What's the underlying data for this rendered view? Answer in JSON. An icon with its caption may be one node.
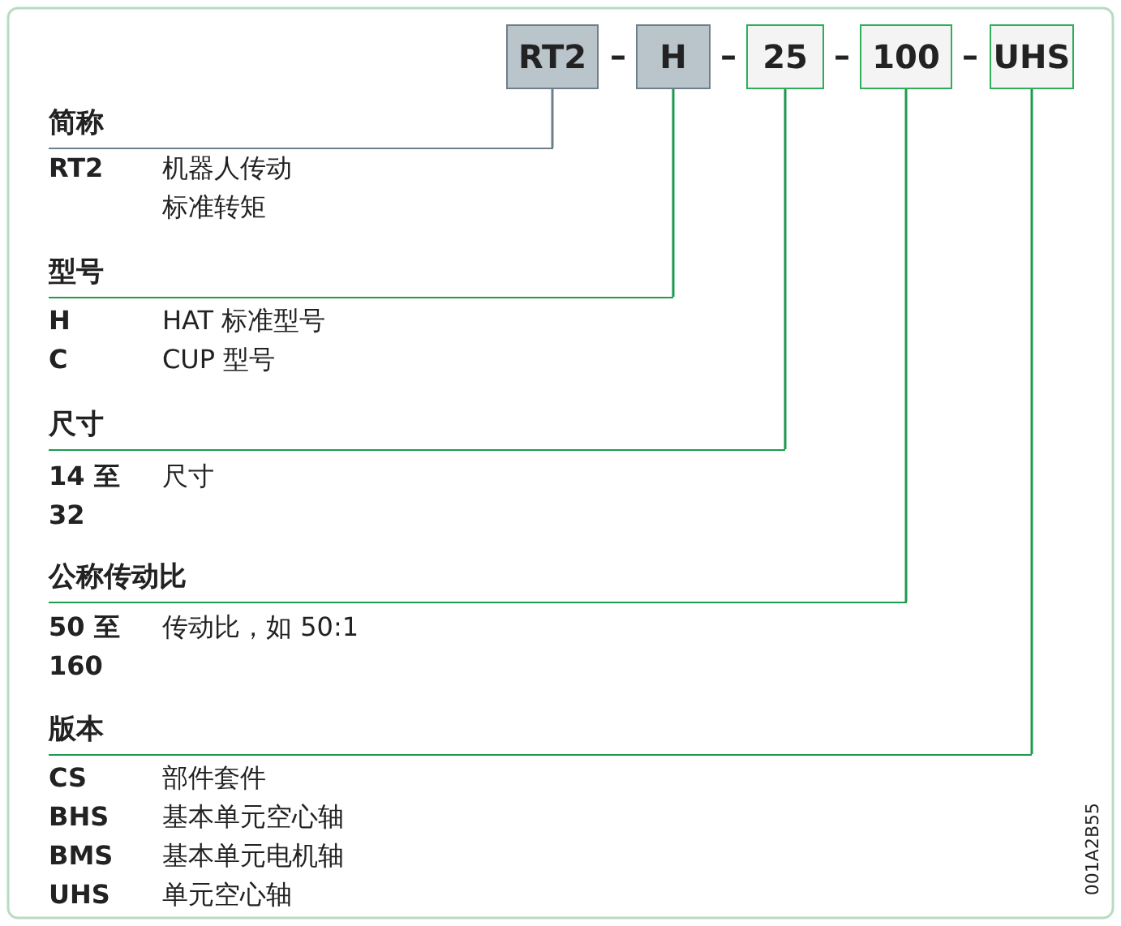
{
  "diagram": {
    "nodes": [
      {
        "text": [
          "RT2"
        ]
      },
      {
        "text": [
          "H"
        ]
      },
      {
        "text": [
          "25"
        ]
      },
      {
        "text": [
          "100"
        ]
      },
      {
        "text": [
          "UHS"
        ]
      },
      {
        "text": [
          "简称"
        ]
      },
      {
        "text": [
          "型号"
        ]
      },
      {
        "text": [
          "尺寸"
        ]
      },
      {
        "text": [
          "公称传动比"
        ]
      },
      {
        "text": [
          "版本"
        ]
      }
    ],
    "edges": [
      {
        "from": 0,
        "to": 5,
        "arrow": "none",
        "color": "#6e7f8c"
      },
      {
        "from": 1,
        "to": 6,
        "arrow": "none"
      },
      {
        "from": 2,
        "to": 7,
        "arrow": "none"
      },
      {
        "from": 3,
        "to": 8,
        "arrow": "none"
      },
      {
        "from": 4,
        "to": 9,
        "arrow": "none"
      }
    ],
    "labels": [
      "–",
      "–",
      "–",
      "–",
      "RT2",
      "机器人传动标准转矩",
      "H",
      "HAT 标准型号",
      "C",
      "CUP 型号",
      "14 至 32",
      "尺寸",
      "50 至 160",
      "传动比，如 50:1",
      "CS",
      "部件套件",
      "BHS",
      "基本单元空心轴",
      "BMS",
      "基本单元电机轴",
      "UHS",
      "单元空心轴",
      "001A2B55"
    ]
  }
}
